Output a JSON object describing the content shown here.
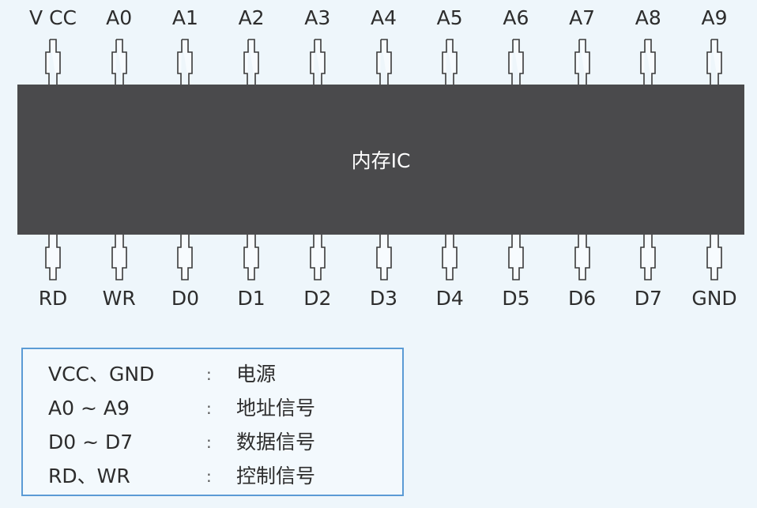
{
  "chip": {
    "label": "内存IC"
  },
  "top_pins": [
    "V CC",
    "A0",
    "A1",
    "A2",
    "A3",
    "A4",
    "A5",
    "A6",
    "A7",
    "A8",
    "A9"
  ],
  "bottom_pins": [
    "RD",
    "WR",
    "D0",
    "D1",
    "D2",
    "D3",
    "D4",
    "D5",
    "D6",
    "D7",
    "GND"
  ],
  "legend": {
    "rows": [
      {
        "term": "VCC、GND",
        "sep": ":",
        "desc": "电源"
      },
      {
        "term": "A0 ~ A9",
        "sep": ":",
        "desc": "地址信号"
      },
      {
        "term": "D0 ~ D7",
        "sep": ":",
        "desc": "数据信号"
      },
      {
        "term": "RD、WR",
        "sep": ":",
        "desc": "控制信号"
      }
    ]
  },
  "colors": {
    "background": "#eef6fb",
    "chip": "#4a4a4c",
    "chip_text": "#ffffff",
    "pin_stroke": "#3a3a3a",
    "legend_border": "#5b9bd5"
  }
}
